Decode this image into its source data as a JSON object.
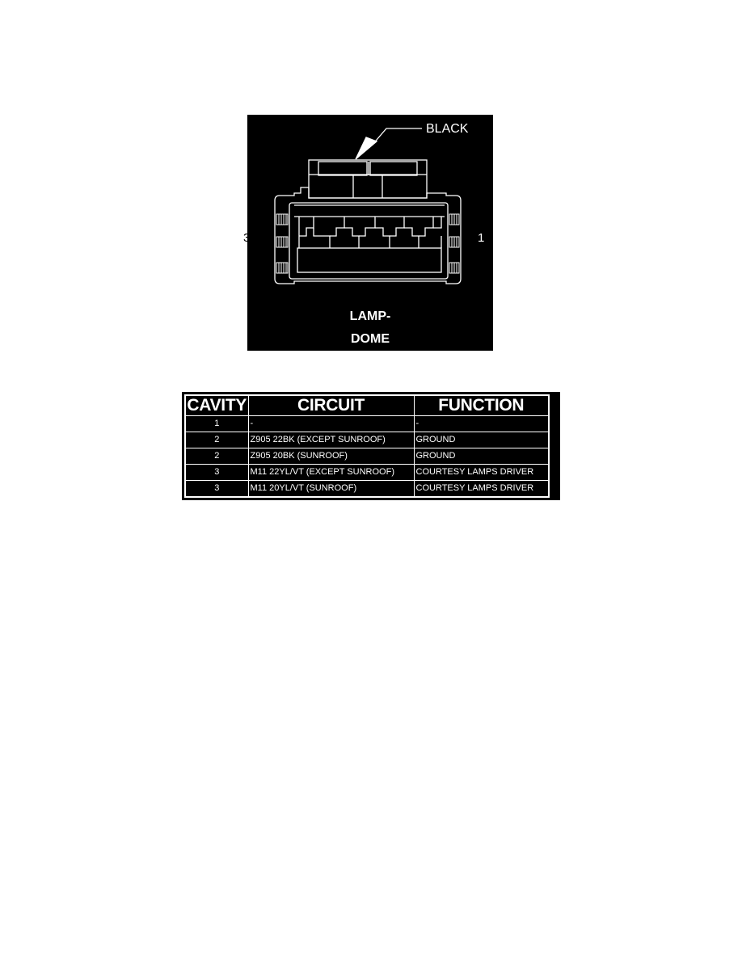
{
  "figure": {
    "connector_color": "BLACK",
    "pin_left": "3",
    "pin_right": "1",
    "title_line1": "LAMP-",
    "title_line2": "DOME"
  },
  "table": {
    "headers": {
      "cavity": "CAVITY",
      "circuit": "CIRCUIT",
      "function": "FUNCTION"
    },
    "rows": [
      {
        "cavity": "1",
        "circuit": "-",
        "function": "-"
      },
      {
        "cavity": "2",
        "circuit": "Z905 22BK (EXCEPT SUNROOF)",
        "function": "GROUND"
      },
      {
        "cavity": "2",
        "circuit": "Z905 20BK (SUNROOF)",
        "function": "GROUND"
      },
      {
        "cavity": "3",
        "circuit": "M11 22YL/VT (EXCEPT SUNROOF)",
        "function": "COURTESY LAMPS DRIVER"
      },
      {
        "cavity": "3",
        "circuit": "M11 20YL/VT (SUNROOF)",
        "function": "COURTESY LAMPS DRIVER"
      }
    ]
  },
  "colors": {
    "background": "#000000",
    "lines": "#ffffff"
  }
}
